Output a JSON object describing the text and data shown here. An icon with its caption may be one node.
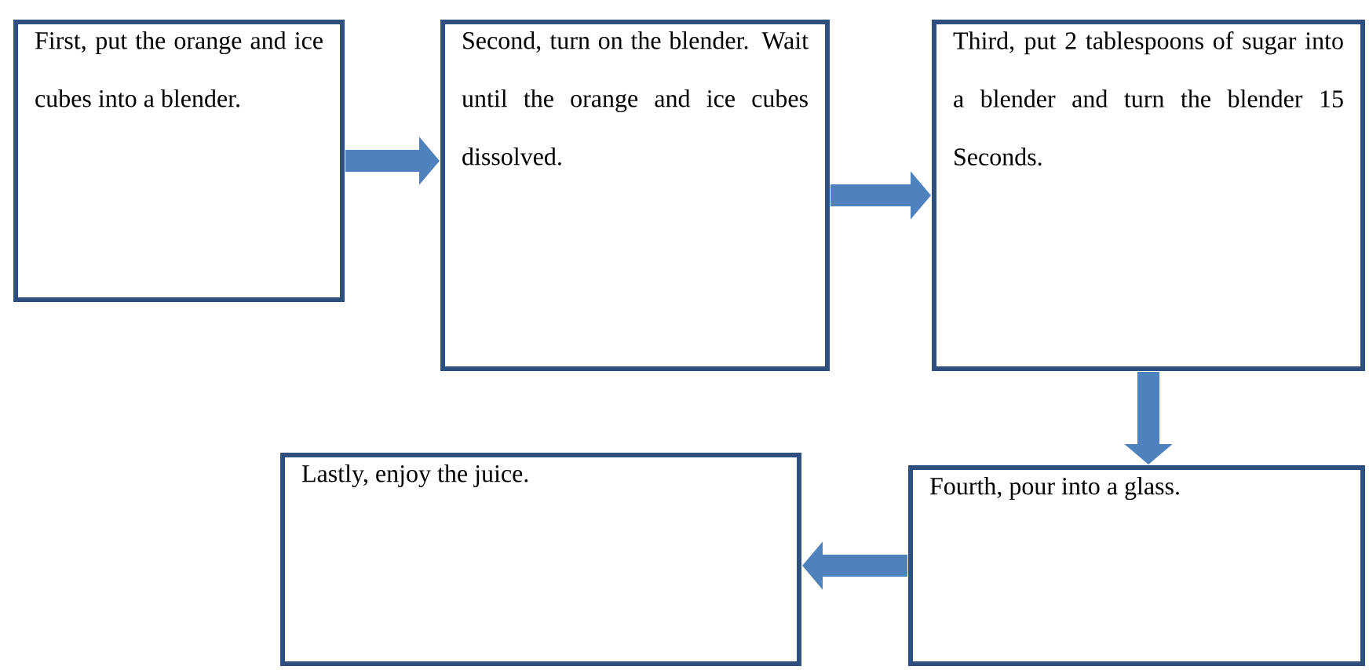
{
  "diagram": {
    "nodes": [
      {
        "text": [
          "First, put the orange and ice cubes into a blender."
        ]
      },
      {
        "text": [
          "Second, turn on the blender. Wait until the orange and ice cubes dissolved."
        ]
      },
      {
        "text": [
          "Third, put 2 tablespoons of sugar into a blender and turn the blender 15 Seconds."
        ]
      },
      {
        "text": [
          "Fourth, pour into a glass."
        ]
      },
      {
        "text": [
          "Lastly, enjoy the juice."
        ]
      }
    ],
    "edges": [
      {
        "from": 0,
        "to": 1,
        "arrow": "to"
      },
      {
        "from": 1,
        "to": 2,
        "arrow": "to"
      },
      {
        "from": 2,
        "to": 3,
        "arrow": "to"
      },
      {
        "from": 3,
        "to": 4,
        "arrow": "to"
      }
    ]
  }
}
